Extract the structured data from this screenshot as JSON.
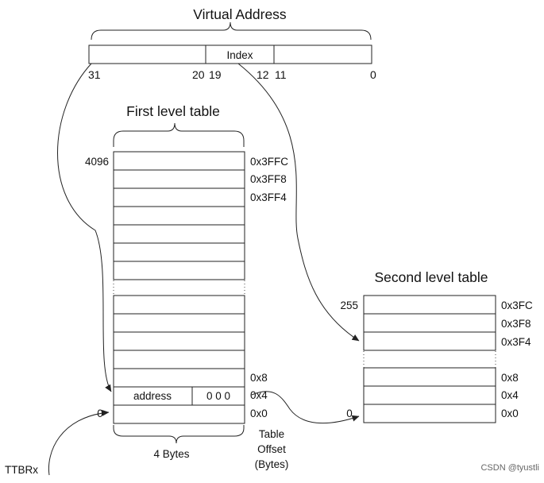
{
  "virtual_address": {
    "title": "Virtual Address",
    "index_label": "Index",
    "bits": [
      "31",
      "20",
      "19",
      "12",
      "11",
      "0"
    ]
  },
  "first_level": {
    "title": "First level table",
    "top_entry_label": "4096",
    "offsets_top": [
      "0x3FFC",
      "0x3FF8",
      "0x3FF4"
    ],
    "offsets_bottom": [
      "0x8",
      "0x4",
      "0x0"
    ],
    "zero_label": "0",
    "address_label": "address",
    "address_suffix": "0 0 0",
    "width_label": "4 Bytes",
    "offset_caption": [
      "Table",
      "Offset",
      "(Bytes)"
    ]
  },
  "second_level": {
    "title": "Second level table",
    "top_entry_label": "255",
    "offsets_top": [
      "0x3FC",
      "0x3F8",
      "0x3F4"
    ],
    "offsets_bottom": [
      "0x8",
      "0x4",
      "0x0"
    ],
    "zero_label": "0"
  },
  "register_label": "TTBRx",
  "watermark": "CSDN @tyustli"
}
